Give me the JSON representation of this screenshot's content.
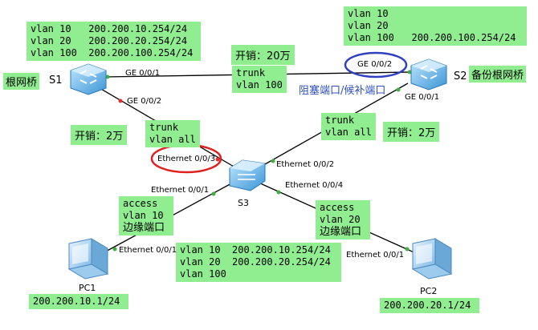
{
  "devices": {
    "s1": {
      "name": "S1",
      "role": "根网桥"
    },
    "s2": {
      "name": "S2",
      "role": "备份根网桥"
    },
    "s3": {
      "name": "S3"
    },
    "pc1": {
      "name": "PC1",
      "ip": "200.200.10.1/24"
    },
    "pc2": {
      "name": "PC2",
      "ip": "200.200.20.1/24"
    }
  },
  "s1_vlans": [
    "vlan 10   200.200.10.254/24",
    "vlan 20   200.200.20.254/24",
    "vlan 100  200.200.100.254/24"
  ],
  "s2_vlans": [
    "vlan 10",
    "vlan 20",
    "vlan 100   200.200.100.254/24"
  ],
  "s3_vlans": [
    "vlan 10  200.200.10.254/24",
    "vlan 20  200.200.20.254/24",
    "vlan 100"
  ],
  "ports": {
    "s1_ge001": "GE 0/0/1",
    "s1_ge002": "GE 0/0/2",
    "s2_ge002": "GE 0/0/2",
    "s2_ge001": "GE 0/0/1",
    "s3_eth003": "Ethernet 0/0/3",
    "s3_eth002": "Ethernet 0/0/2",
    "s3_eth001": "Ethernet 0/0/1",
    "s3_eth004": "Ethernet 0/0/4",
    "pc1_eth001": "Ethernet 0/0/1",
    "pc2_eth001": "Ethernet 0/0/1"
  },
  "links": {
    "s1_s2": {
      "mode": "trunk",
      "vlan": "vlan 100",
      "cost": "开销：20万"
    },
    "s1_s3": {
      "mode": "trunk",
      "vlan": "vlan all",
      "cost": "开销：2万"
    },
    "s2_s3": {
      "mode": "trunk",
      "vlan": "vlan all",
      "cost": "开销：2万"
    },
    "s3_pc1": {
      "mode": "access",
      "vlan": "vlan 10",
      "note": "边缘端口"
    },
    "s3_pc2": {
      "mode": "access",
      "vlan": "vlan 20",
      "note": "边缘端口"
    }
  },
  "blocked_port_note": "阻塞端口/候补端口",
  "colors": {
    "label_bg": "#90ee90",
    "highlight_ring": "#e02020",
    "blocked_ring": "#3040c0",
    "port_dot": "#40b040",
    "switch_body": "#4aa6e0"
  }
}
